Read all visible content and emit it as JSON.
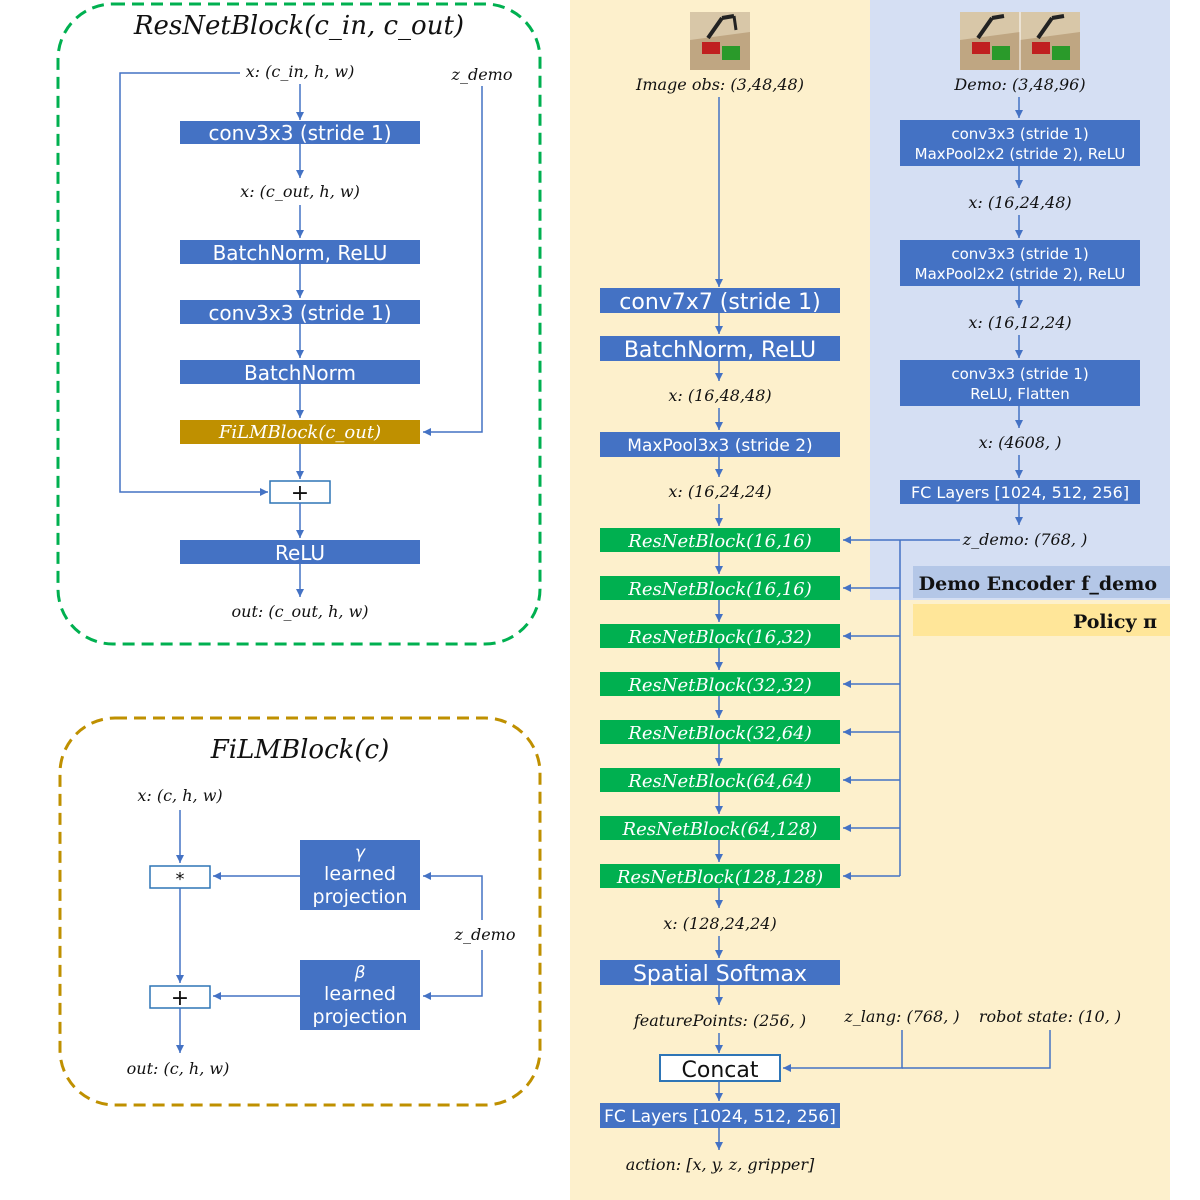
{
  "resnet_panel": {
    "title": "ResNetBlock(c_in, c_out)",
    "input": "x: (c_in, h, w)",
    "z_demo": "z_demo",
    "conv1": "conv3x3 (stride 1)",
    "mid": "x: (c_out, h, w)",
    "bn_relu": "BatchNorm, ReLU",
    "conv2": "conv3x3 (stride 1)",
    "bn": "BatchNorm",
    "film": "FiLMBlock(c_out)",
    "plus": "+",
    "relu": "ReLU",
    "output": "out: (c_out, h, w)"
  },
  "film_panel": {
    "title": "FiLMBlock(c)",
    "input": "x: (c, h, w)",
    "times": "*",
    "plus": "+",
    "gamma_symbol": "γ",
    "gamma_text1": "learned",
    "gamma_text2": "projection",
    "beta_symbol": "β",
    "beta_text1": "learned",
    "beta_text2": "projection",
    "z_demo": "z_demo",
    "output": "out: (c, h, w)"
  },
  "policy": {
    "image_obs": "Image obs: (3,48,48)",
    "conv7": "conv7x7 (stride 1)",
    "bn_relu": "BatchNorm, ReLU",
    "x1": "x: (16,48,48)",
    "maxpool": "MaxPool3x3 (stride 2)",
    "x2": "x: (16,24,24)",
    "blocks": [
      "ResNetBlock(16,16)",
      "ResNetBlock(16,16)",
      "ResNetBlock(16,32)",
      "ResNetBlock(32,32)",
      "ResNetBlock(32,64)",
      "ResNetBlock(64,64)",
      "ResNetBlock(64,128)",
      "ResNetBlock(128,128)"
    ],
    "x3": "x: (128,24,24)",
    "spatial_softmax": "Spatial Softmax",
    "feature_points": "featurePoints: (256, )",
    "z_lang": "z_lang: (768, )",
    "robot_state": "robot state: (10, )",
    "concat": "Concat",
    "fc": "FC Layers [1024, 512, 256]",
    "action": "action: [x, y, z, gripper]",
    "label": "Policy π"
  },
  "demo_encoder": {
    "demo": "Demo: (3,48,96)",
    "conv_a_1": "conv3x3 (stride 1)",
    "conv_a_2": "MaxPool2x2 (stride 2), ReLU",
    "xa": "x: (16,24,48)",
    "conv_b_1": "conv3x3 (stride 1)",
    "conv_b_2": "MaxPool2x2 (stride 2), ReLU",
    "xb": "x: (16,12,24)",
    "conv_c_1": "conv3x3 (stride 1)",
    "conv_c_2": "ReLU, Flatten",
    "xc": "x: (4608, )",
    "fc": "FC Layers [1024, 512, 256]",
    "z_demo": "z_demo: (768, )",
    "label": "Demo Encoder f_demo"
  },
  "colors": {
    "blue": "#4472c4",
    "green": "#00b050",
    "gold": "#bf9000",
    "policy_bg": "#fdf0cc",
    "demo_bg": "#d5dff3"
  }
}
